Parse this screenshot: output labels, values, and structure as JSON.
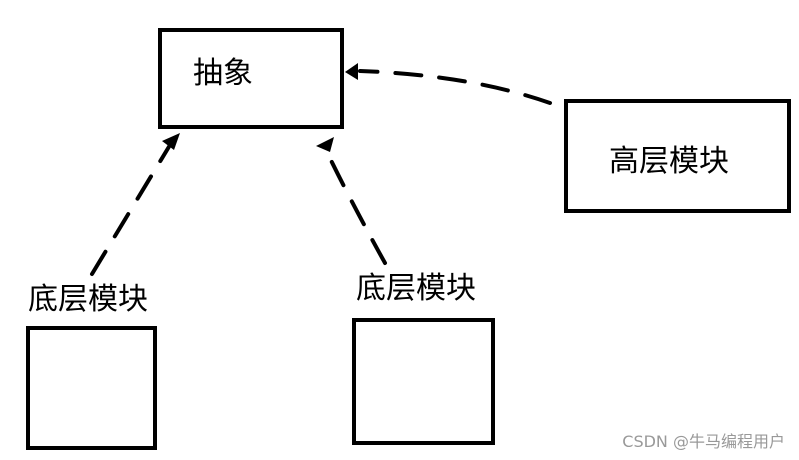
{
  "nodes": {
    "abstraction": {
      "label": "抽象"
    },
    "high_level": {
      "label": "高层模块"
    },
    "low_level_left": {
      "label": "底层模块"
    },
    "low_level_right": {
      "label": "底层模块"
    }
  },
  "edges": [
    {
      "from": "high_level",
      "to": "abstraction",
      "style": "dashed"
    },
    {
      "from": "low_level_left",
      "to": "abstraction",
      "style": "dashed"
    },
    {
      "from": "low_level_right",
      "to": "abstraction",
      "style": "dashed"
    }
  ],
  "watermark": "CSDN @牛马编程用户",
  "colors": {
    "stroke": "#000000",
    "background": "#ffffff",
    "watermark": "#999999"
  }
}
